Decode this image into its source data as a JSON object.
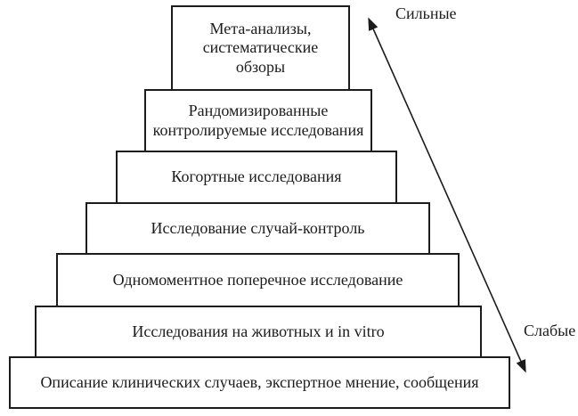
{
  "diagram": {
    "type": "evidence-pyramid",
    "levels": [
      {
        "id": "meta-analyses",
        "label": "Мета-анализы,\nсистематические\nобзоры"
      },
      {
        "id": "rct",
        "label": "Рандомизированные\nконтролируемые исследования"
      },
      {
        "id": "cohort",
        "label": "Когортные исследования"
      },
      {
        "id": "case-control",
        "label": "Исследование случай-контроль"
      },
      {
        "id": "cross-sectional",
        "label": "Одномоментное поперечное исследование"
      },
      {
        "id": "animal-in-vitro",
        "label": "Исследования на животных и in vitro"
      },
      {
        "id": "case-reports",
        "label": "Описание клинических случаев, экспертное мнение, сообщения"
      }
    ],
    "strength_axis": {
      "strong_label": "Сильные",
      "weak_label": "Слабые"
    },
    "colors": {
      "background": "#ffffff",
      "line": "#1c1c1c",
      "box_fill": "#ffffff",
      "text": "#1c1c1c"
    }
  }
}
